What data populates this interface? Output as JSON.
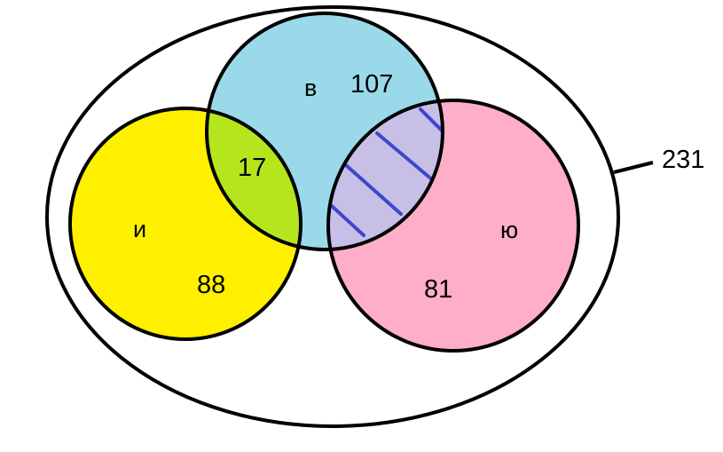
{
  "diagram": {
    "type": "venn",
    "total": "231",
    "sets": [
      {
        "id": "i",
        "label": "и",
        "value": "88",
        "color": "#FFF000"
      },
      {
        "id": "v",
        "label": "в",
        "value": "107",
        "color": "#99D9EA"
      },
      {
        "id": "yu",
        "label": "ю",
        "value": "81",
        "color": "#FFAEC9"
      }
    ],
    "intersections": [
      {
        "sets": [
          "i",
          "v"
        ],
        "value": "17",
        "color": "#B5E61D"
      },
      {
        "sets": [
          "v",
          "yu"
        ],
        "value": "",
        "color": "#C8BFE7",
        "hatch_color": "#3F48CC"
      }
    ]
  }
}
